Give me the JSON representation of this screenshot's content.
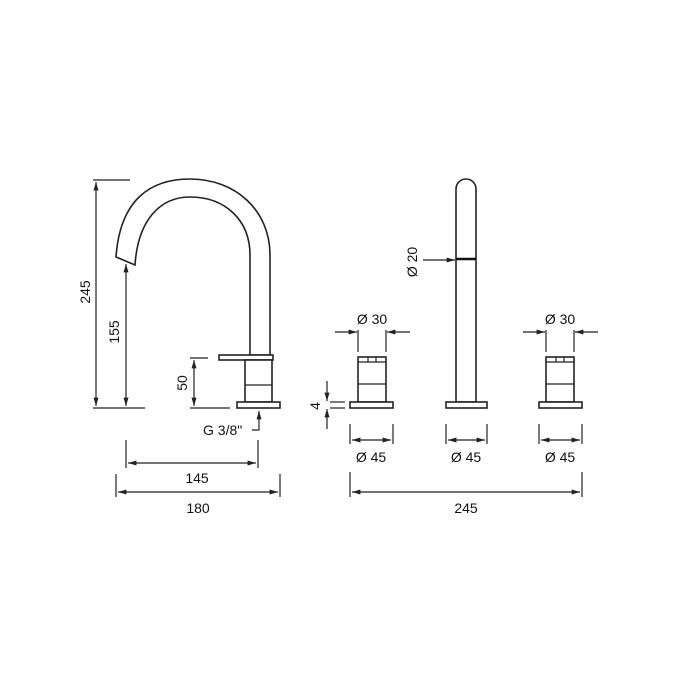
{
  "title": "Three-hole deck-mounted mixer technical drawing",
  "dimensions": {
    "total_height": "245",
    "spout_height": "155",
    "handle_height": "50",
    "thread": "G 3/8\"",
    "spout_reach": "145",
    "spout_width": "180",
    "plate_thickness": "4",
    "handle_diameter_left": "Ø 30",
    "handle_diameter_right": "Ø 30",
    "spout_diameter": "Ø 20",
    "base_left": "Ø 45",
    "base_center": "Ø 45",
    "base_right": "Ø 45",
    "overall_width": "245"
  }
}
